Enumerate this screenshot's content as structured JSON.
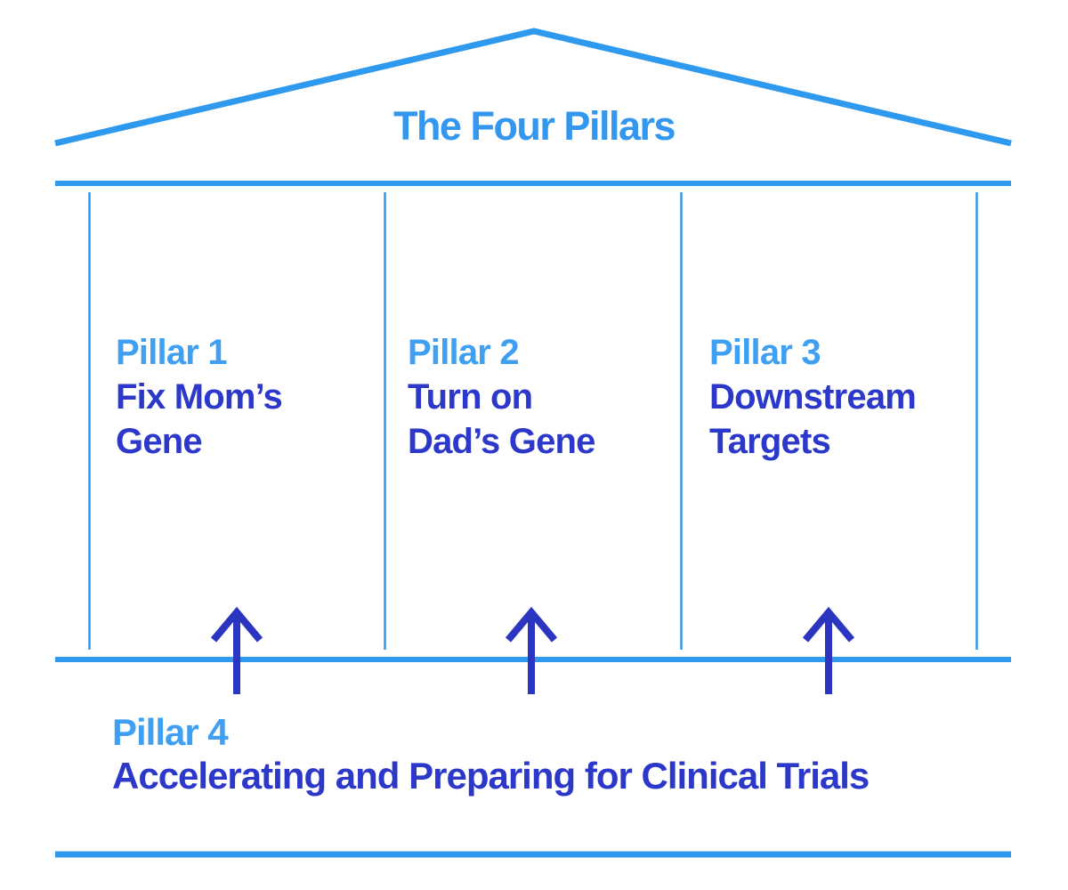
{
  "title": "The Four Pillars",
  "pillars": [
    {
      "label": "Pillar 1",
      "line1": "Fix Mom’s",
      "line2": "Gene"
    },
    {
      "label": "Pillar 2",
      "line1": "Turn on",
      "line2": "Dad’s Gene"
    },
    {
      "label": "Pillar 3",
      "line1": "Downstream",
      "line2": "Targets"
    }
  ],
  "pillar4": {
    "label": "Pillar 4",
    "description": "Accelerating and Preparing for Clinical Trials"
  },
  "icons": {
    "arrow": "arrow-up-icon"
  },
  "colors": {
    "line_blue": "#2f99ee",
    "title_blue": "#3397ef",
    "label_blue": "#3f9ff2",
    "dark_blue": "#2c38c9",
    "arrow_blue": "#2b35bf"
  }
}
